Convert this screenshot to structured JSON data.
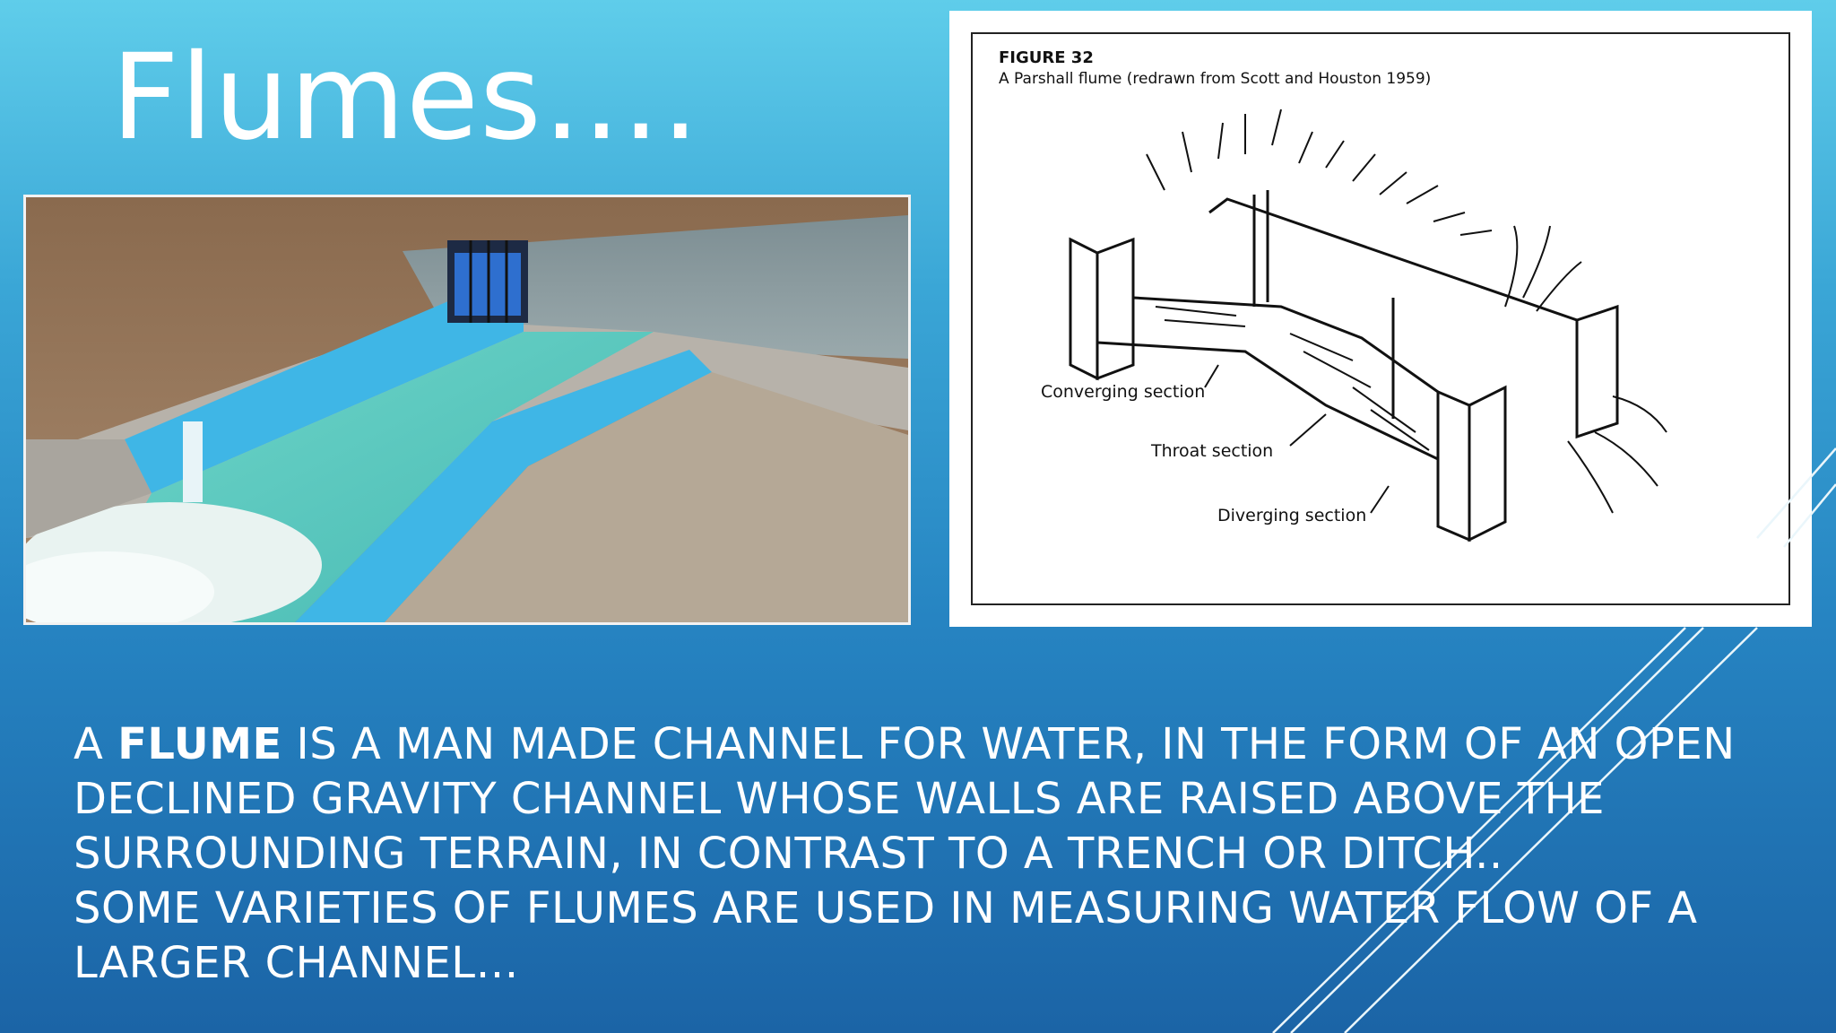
{
  "slide": {
    "title": "Flumes….",
    "figure": {
      "number": "FIGURE 32",
      "caption": "A Parshall flume (redrawn from Scott and Houston 1959)",
      "labels": {
        "converging": "Converging section",
        "throat": "Throat section",
        "diverging": "Diverging section"
      }
    },
    "body": {
      "para1_prefix": "A ",
      "para1_bold": "FLUME",
      "para1_rest": " is a man made channel for water, in the form of an open declined gravity channel whose walls are raised above the surrounding terrain, in contrast to a trench or ditch..",
      "para2": "Some varieties of flumes are used in measuring water flow of a larger channel…"
    }
  },
  "colors": {
    "background_top": "#5fcdea",
    "background_bottom": "#1b64a6",
    "flume_blue": "#3fb6e6",
    "text": "#ffffff"
  }
}
